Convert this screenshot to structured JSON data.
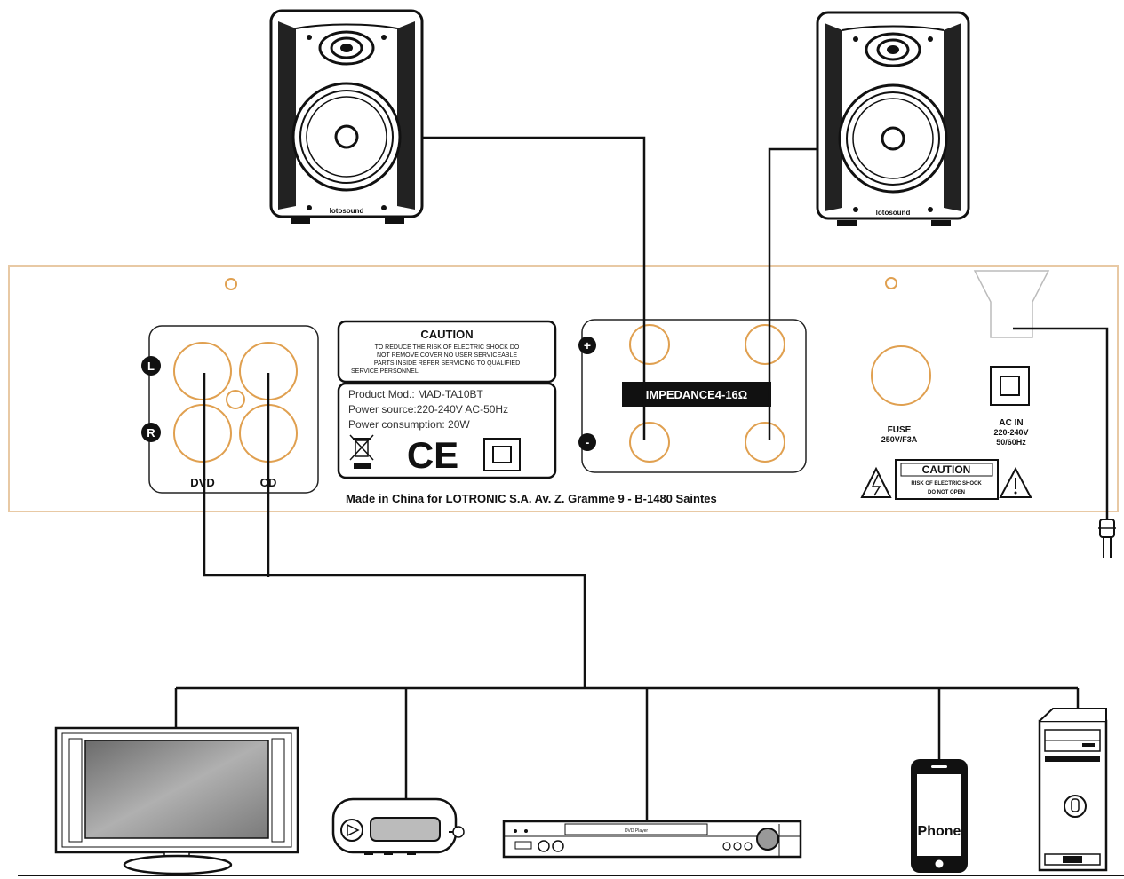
{
  "speaker_brand": "lotosound",
  "inputs": {
    "left": "L",
    "right": "R",
    "dvd": "DVD",
    "cd": "CD"
  },
  "caution_label": {
    "title": "CAUTION",
    "lines": [
      "TO REDUCE THE RISK OF ELECTRIC SHOCK DO",
      "NOT REMOVE COVER NO USER SERVICEABLE",
      "PARTS INSIDE REFER SERVICING TO QUALIFIED",
      "SERVICE PERSONNEL"
    ]
  },
  "product_info": {
    "model": "Product Mod.: MAD-TA10BT",
    "power_source": "Power source:220-240V AC-50Hz",
    "power_consumption": "Power consumption: 20W",
    "ce_mark": "CE"
  },
  "speaker_terminals": {
    "plus": "+",
    "minus": "-",
    "impedance": "IMPEDANCE4-16Ω"
  },
  "fuse": {
    "label": "FUSE",
    "rating": "250V/F3A"
  },
  "ac_in": {
    "label": "AC IN",
    "voltage": "220-240V",
    "frequency": "50/60Hz"
  },
  "rear_caution": {
    "title": "CAUTION",
    "line1": "RISK OF ELECTRIC SHOCK",
    "line2": "DO NOT OPEN"
  },
  "made_in": "Made in China for LOTRONIC S.A. Av. Z. Gramme 9 - B-1480 Saintes",
  "dvd_player_label": "DVD Player",
  "phone_label": "Phone",
  "colors": {
    "line": "#111111",
    "panel_border": "#e8c9a4",
    "orange": "#e0a050"
  }
}
